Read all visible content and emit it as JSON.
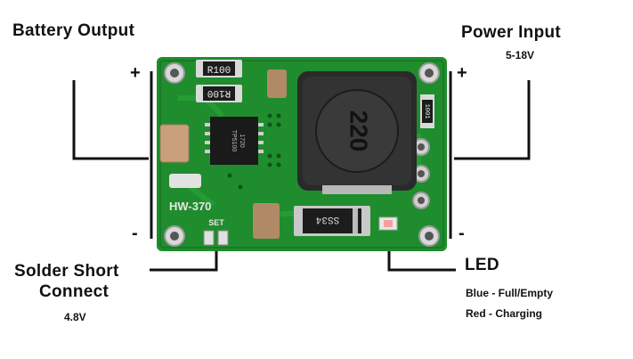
{
  "labels": {
    "battery_output": "Battery Output",
    "power_input": "Power Input",
    "power_input_range": "5-18V",
    "solder_line1": "Solder Short",
    "solder_line2": "Connect",
    "solder_voltage": "4.8V",
    "led_title": "LED",
    "led_blue": "Blue - Full/Empty",
    "led_red": "Red - Charging"
  },
  "terminals": {
    "plus_left": "+",
    "plus_right": "+",
    "minus_left": "-",
    "minus_right": "-"
  },
  "board": {
    "model": "HW-370",
    "set_label": "SET",
    "inductor_marking": "220",
    "resistor_1": "R100",
    "resistor_2": "R100",
    "diode_marking": "SS34",
    "chip_marking_1": "TP5100",
    "chip_marking_2": "1720",
    "small_resistor": "1001"
  },
  "colors": {
    "pcb": "#1f8d2d",
    "pcb_dark": "#156e22",
    "inductor": "#2a2a2a",
    "lines": "#111111"
  }
}
